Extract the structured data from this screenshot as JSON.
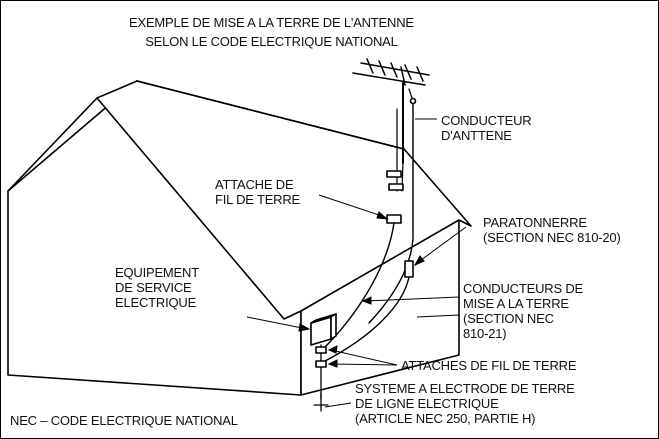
{
  "title": {
    "line1": "EXEMPLE DE MISE A LA TERRE DE L'ANTENNE",
    "line2": "SELON LE CODE ELECTRIQUE NATIONAL"
  },
  "labels": {
    "antenna_conductor": [
      "CONDUCTEUR",
      "D'ANTTENE"
    ],
    "ground_wire_clamp": [
      "ATTACHE DE",
      "FIL DE TERRE"
    ],
    "lightning_arrester": [
      "PARATONNERRE",
      "(SECTION NEC 810-20)"
    ],
    "service_equipment": [
      "EQUIPEMENT",
      "DE SERVICE",
      "ELECTRIQUE"
    ],
    "grounding_conductors": [
      "CONDUCTEURS DE",
      "MISE A LA TERRE",
      "(SECTION NEC",
      "810-21)"
    ],
    "ground_clamps": "ATTACHES DE FIL DE TERRE",
    "electrode_system": [
      "SYSTEME A ELECTRODE DE TERRE",
      "DE LIGNE ELECTRIQUE",
      "(ARTICLE NEC 250, PARTIE H)"
    ],
    "nec_footnote": "NEC – CODE ELECTRIQUE NATIONAL"
  }
}
